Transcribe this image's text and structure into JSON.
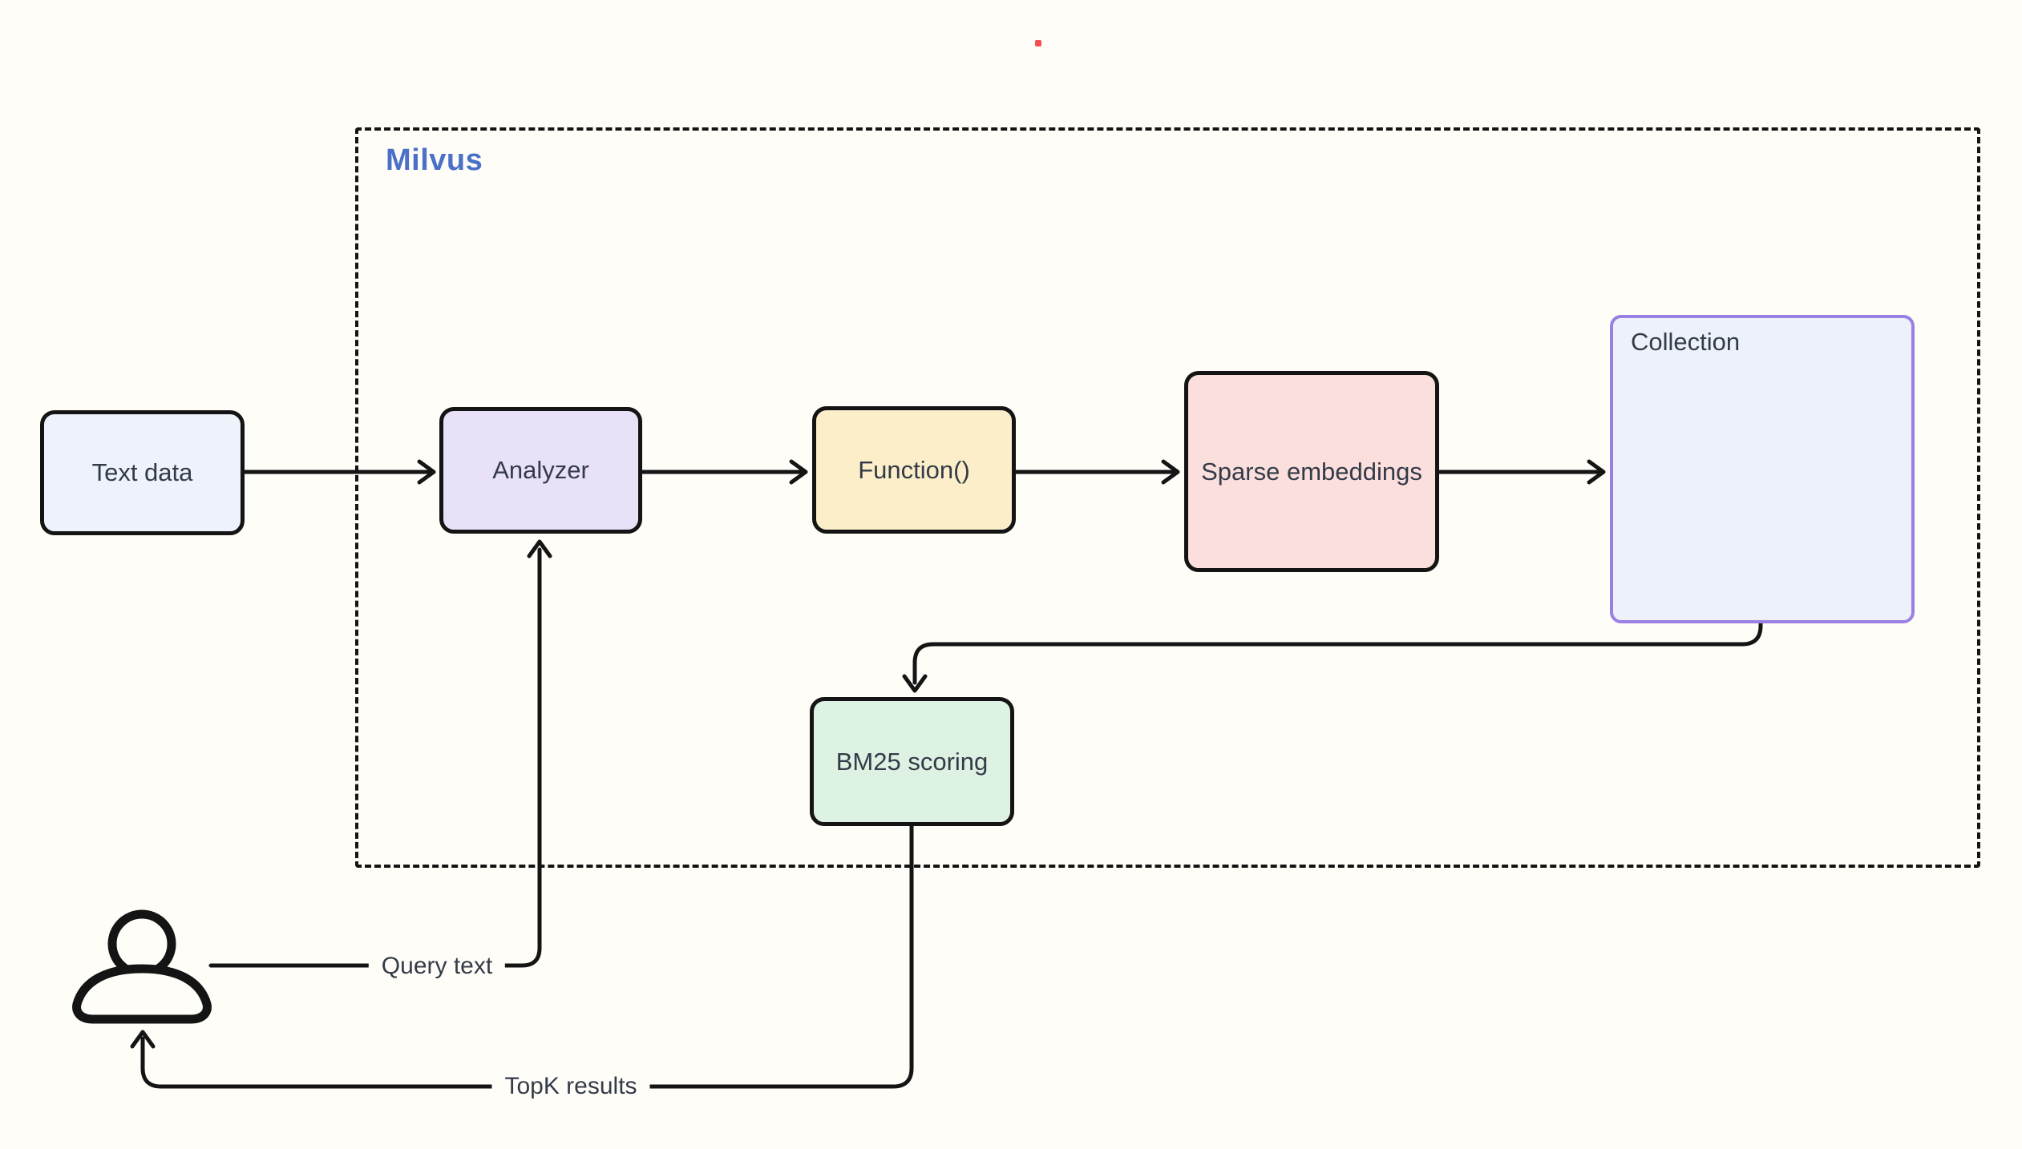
{
  "diagram": {
    "kind": "flowchart",
    "background": "#fffdf8"
  },
  "milvus_group": {
    "label": "Milvus",
    "label_color": "#4a70c8",
    "border_style": "dashed"
  },
  "nodes": {
    "text_data": {
      "label": "Text data",
      "fill": "#eef2fb"
    },
    "analyzer": {
      "label": "Analyzer",
      "fill": "#e9e1f8"
    },
    "function": {
      "label": "Function()",
      "fill": "#fbeec9"
    },
    "sparse_embeddings": {
      "label": "Sparse embeddings",
      "fill": "#fbdfdd"
    },
    "bm25": {
      "label": "BM25 scoring",
      "fill": "#def2e3"
    },
    "collection": {
      "label": "Collection",
      "fill": "#edf1fa",
      "border_color": "#9b7fe3",
      "cluster_fill": "#e7ddf6",
      "dot_fill": "#fcded6"
    }
  },
  "edges": {
    "query_text": {
      "label": "Query text"
    },
    "topk_results": {
      "label": "TopK results"
    }
  },
  "style": {
    "line_color": "#141414",
    "text_color": "#343b48",
    "red_dot_color": "#f25050"
  }
}
